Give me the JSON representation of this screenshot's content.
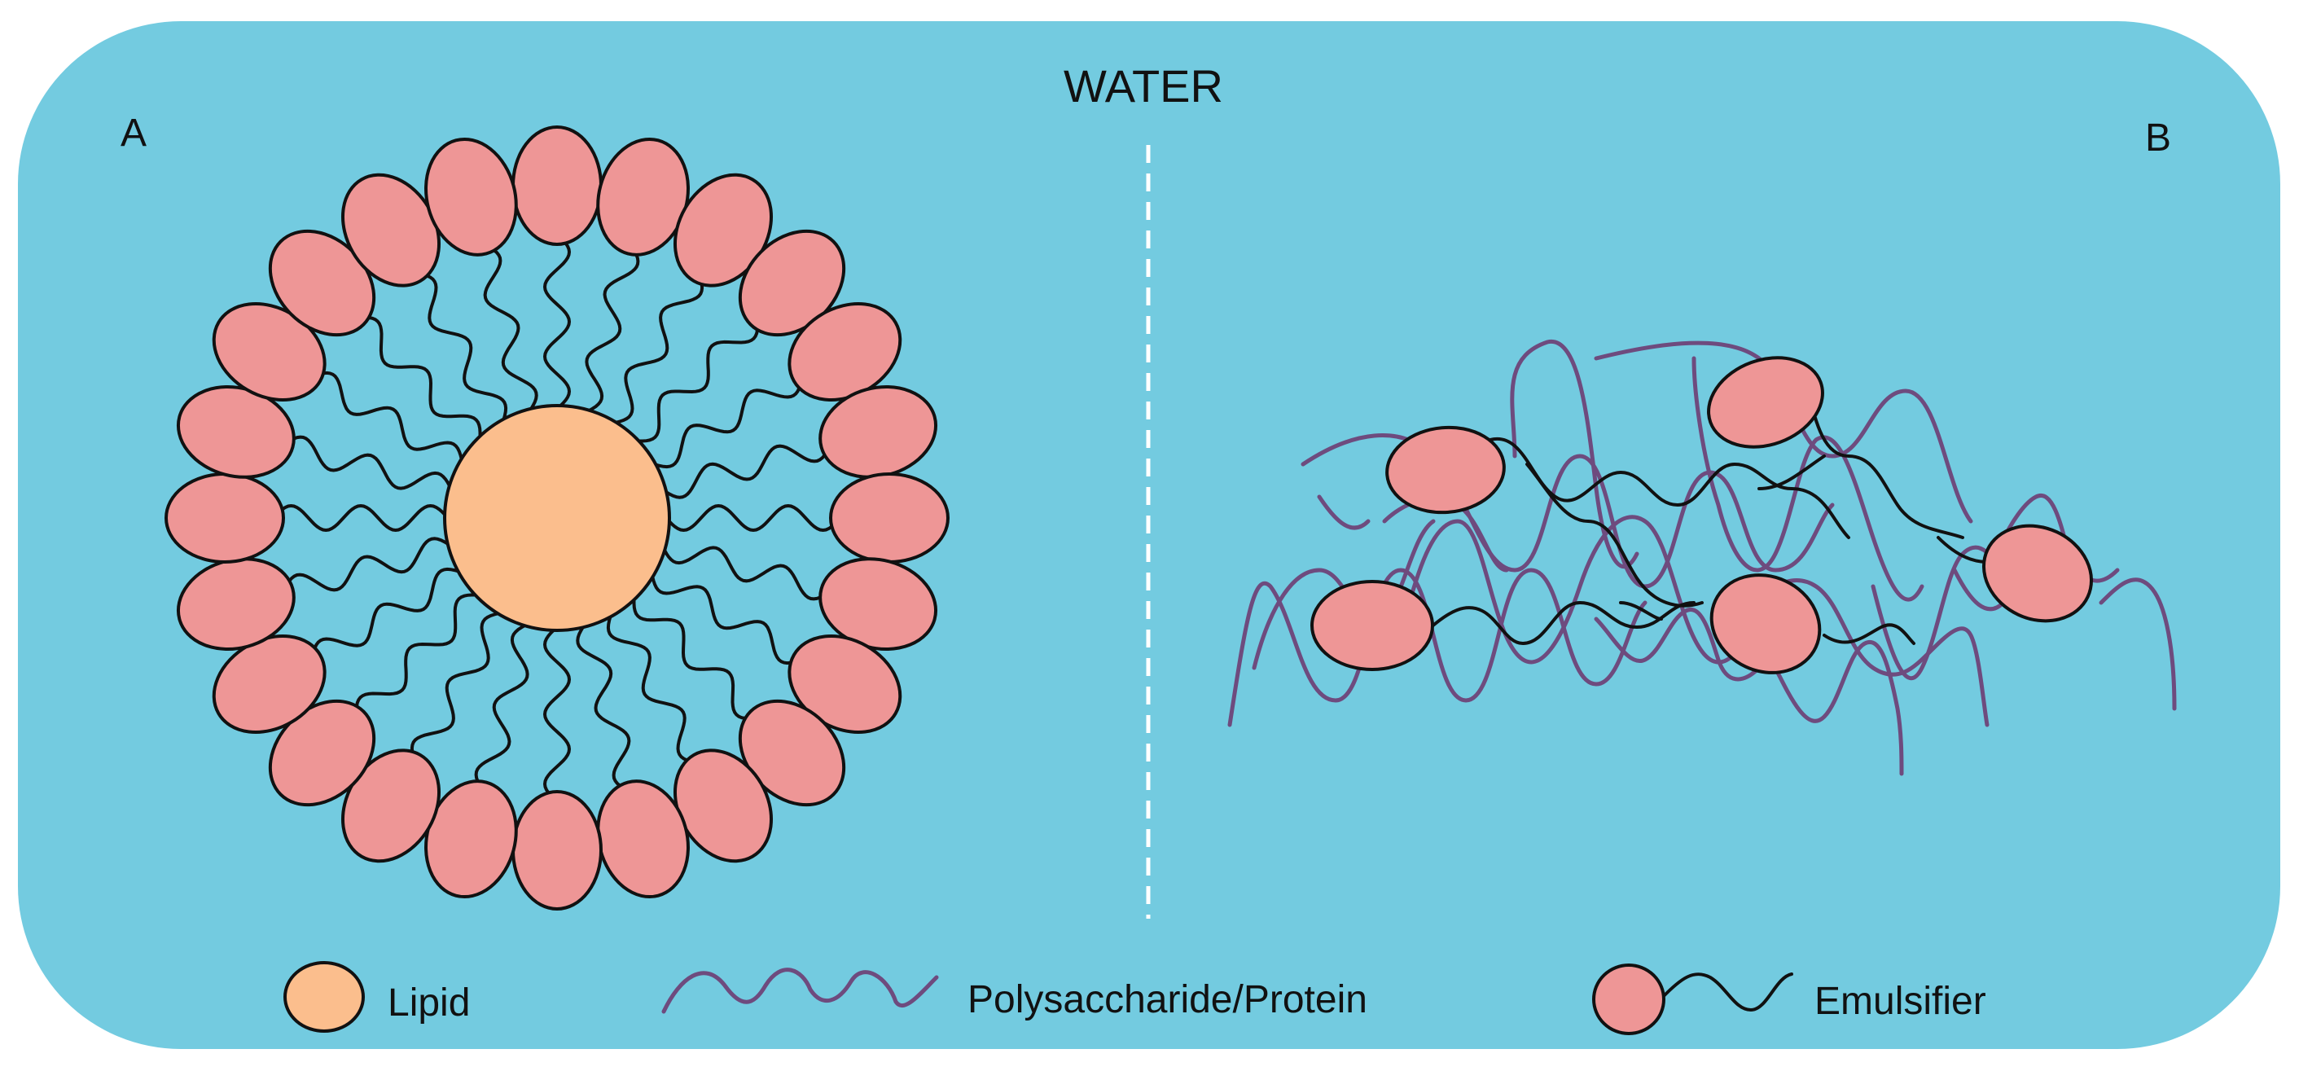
{
  "labels": {
    "water": "WATER",
    "panel_a": "A",
    "panel_b": "B"
  },
  "legend": {
    "lipid": "Lipid",
    "polysaccharide_protein": "Polysaccharide/Protein",
    "emulsifier": "Emulsifier"
  },
  "colors": {
    "water": "#73CBE0",
    "lipid": "#FBBE8D",
    "emulsifier_head": "#EE9696",
    "polysaccharide": "#6E4B7E",
    "tail": "#111111",
    "divider": "#FFFFFF"
  }
}
